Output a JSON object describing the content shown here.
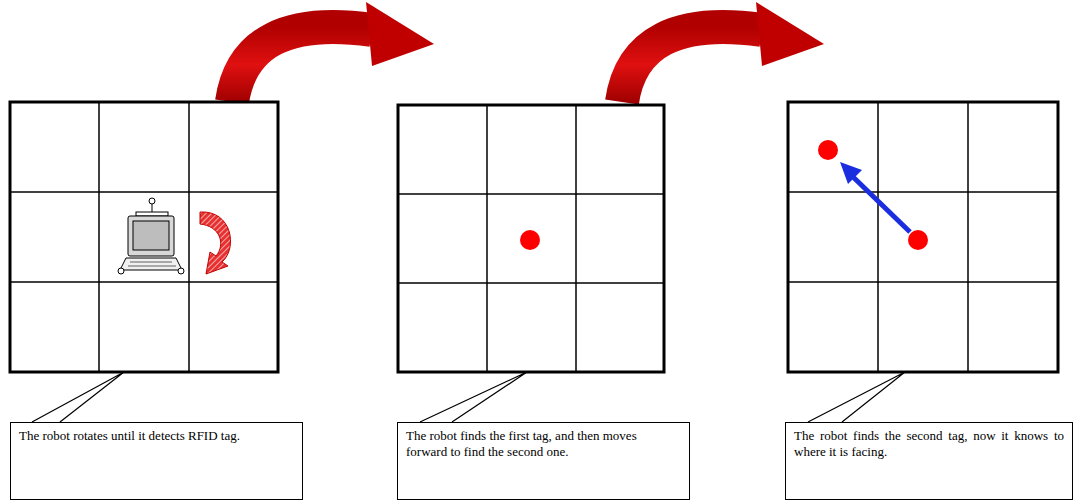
{
  "diagram": {
    "nodes": [
      {
        "text": [
          "The robot rotates until it detects RFID tag."
        ]
      },
      {
        "text": [
          "The robot finds the first tag, and then moves forward to find the second one."
        ]
      },
      {
        "text": [
          "The robot finds the second tag, now it knows to where it is facing."
        ]
      }
    ]
  }
}
